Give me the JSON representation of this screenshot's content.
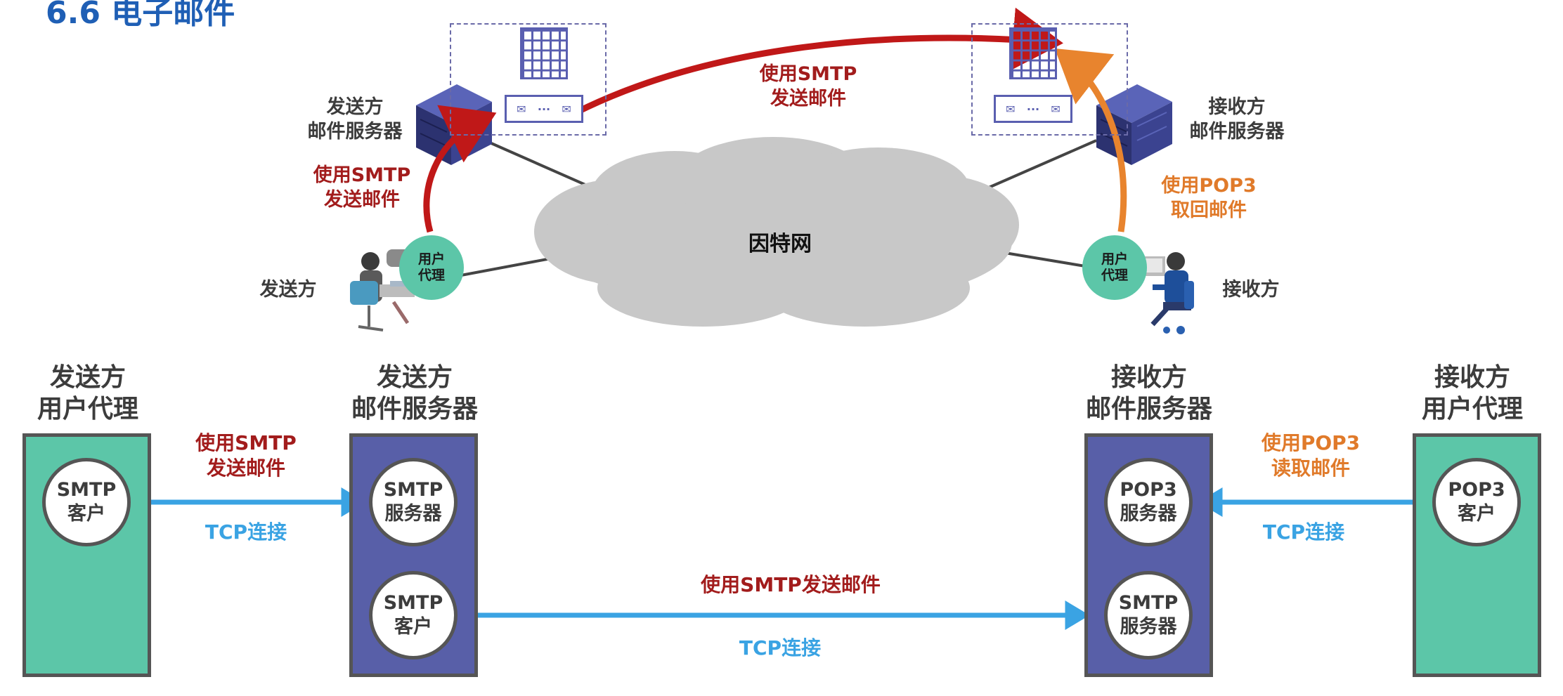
{
  "title": "6.6 电子邮件",
  "top": {
    "sender_server_label": "发送方\n邮件服务器",
    "receiver_server_label": "接收方\n邮件服务器",
    "sender_label": "发送方",
    "receiver_label": "接收方",
    "internet_label": "因特网",
    "smtp_send_left": "使用SMTP\n发送邮件",
    "smtp_send_middle": "使用SMTP\n发送邮件",
    "pop3_fetch": "使用POP3\n取回邮件",
    "user_agent_left": "用户\n代理",
    "user_agent_right": "用户\n代理",
    "envelope_dots": "···"
  },
  "bottom": {
    "col1_heading": "发送方\n用户代理",
    "col2_heading": "发送方\n邮件服务器",
    "col3_heading": "接收方\n邮件服务器",
    "col4_heading": "接收方\n用户代理",
    "circle_smtp_client_1": "SMTP\n客户",
    "circle_smtp_server_1": "SMTP\n服务器",
    "circle_smtp_client_2": "SMTP\n客户",
    "circle_pop3_server": "POP3\n服务器",
    "circle_smtp_server_2": "SMTP\n服务器",
    "circle_pop3_client": "POP3\n客户",
    "label_smtp_send_left": "使用SMTP\n发送邮件",
    "label_tcp_left": "TCP连接",
    "label_smtp_send_middle": "使用SMTP发送邮件",
    "label_tcp_middle": "TCP连接",
    "label_pop3_read": "使用POP3\n读取邮件",
    "label_tcp_right": "TCP连接"
  },
  "colors": {
    "green": "#5cc6a8",
    "purple": "#585fa8",
    "red": "#a21c1c",
    "orange": "#e07a2a",
    "blue": "#3aa3e3",
    "title": "#1f5fb5"
  }
}
